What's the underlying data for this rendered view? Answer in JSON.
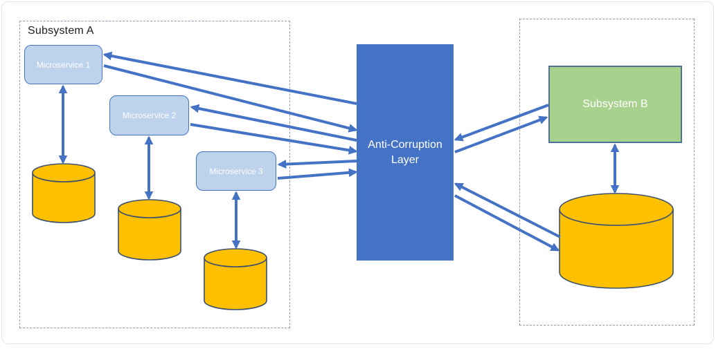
{
  "diagram": {
    "subsystem_a": {
      "label": "Subsystem A"
    },
    "microservices": [
      {
        "label": "Microservice 1"
      },
      {
        "label": "Microservice 2"
      },
      {
        "label": "Microservice 3"
      }
    ],
    "acl": {
      "label": "Anti-Corruption Layer"
    },
    "subsystem_b": {
      "label": "Subsystem B"
    },
    "databases": {
      "subsystem_a_count": 3,
      "subsystem_b_count": 1,
      "icon": "database-cylinder-icon"
    },
    "connections": [
      "Anti-Corruption Layer <-> Microservice 1",
      "Anti-Corruption Layer <-> Microservice 2",
      "Anti-Corruption Layer <-> Microservice 3",
      "Anti-Corruption Layer <-> Subsystem B",
      "Anti-Corruption Layer <-> Subsystem B database",
      "Microservice 1 <-> database",
      "Microservice 2 <-> database",
      "Microservice 3 <-> database",
      "Subsystem B <-> database"
    ],
    "colors": {
      "accent_blue": "#4472C4",
      "microservice_fill": "#BDD3EC",
      "microservice_border": "#4472C4",
      "acl_fill": "#4472C4",
      "subsystem_b_fill": "#A9D18E",
      "subsystem_b_border": "#4D7293",
      "database_fill": "#FFC000",
      "database_border": "#3A506E",
      "dashed_border": "#8A9BB4",
      "text_on_fill": "#FFFFFF",
      "title_text": "#1C1C1C"
    }
  }
}
